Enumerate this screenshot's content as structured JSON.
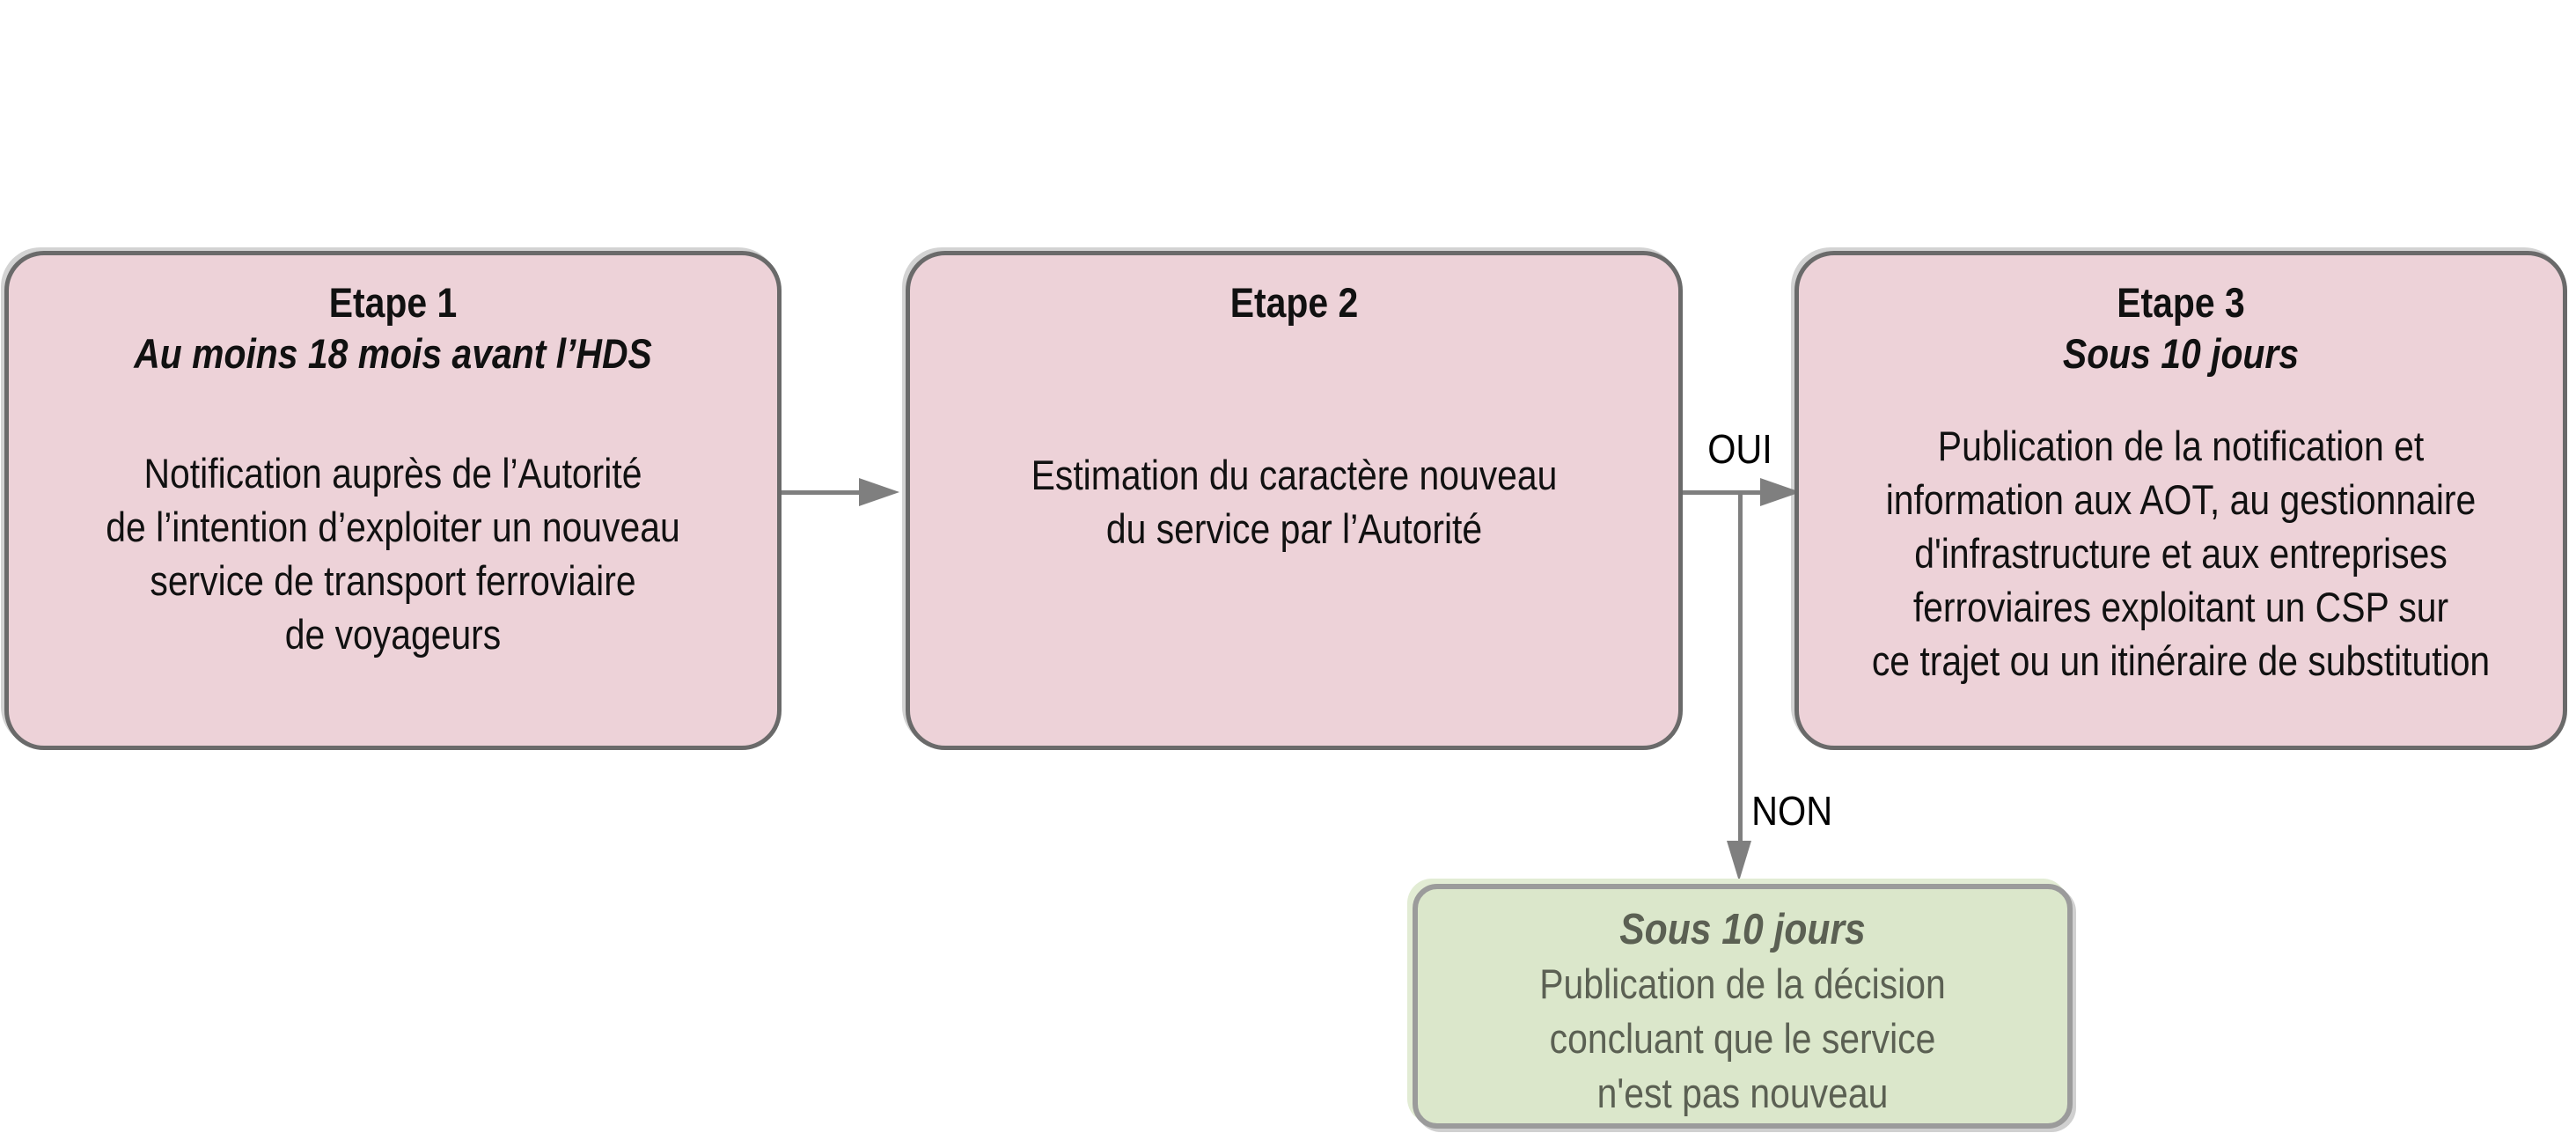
{
  "step1": {
    "title": "Etape 1",
    "subtitle": "Au moins 18 mois avant l’HDS",
    "lines": [
      "Notification auprès de l’Autorité",
      "de l’intention d’exploiter un nouveau",
      "service de transport ferroviaire",
      "de voyageurs"
    ]
  },
  "step2": {
    "title": "Etape 2",
    "lines": [
      "Estimation du caractère nouveau",
      "du service par l’Autorité"
    ]
  },
  "step3": {
    "title": "Etape 3",
    "subtitle": "Sous 10 jours",
    "lines": [
      "Publication de la notification et",
      "information aux AOT, au gestionnaire",
      "d'infrastructure et aux entreprises",
      "ferroviaires exploitant un CSP sur",
      "ce trajet ou un itinéraire de substitution"
    ]
  },
  "decision": {
    "title": "Sous 10 jours",
    "lines": [
      "Publication de la décision",
      "concluant que le service",
      "n'est pas nouveau"
    ]
  },
  "connectors": {
    "yes_label": "OUI",
    "no_label": "NON"
  },
  "colors": {
    "step_fill": "#edd2d8",
    "step_border": "#6a6a6a",
    "decision_fill": "#dbe7cb",
    "decision_border": "#9b9b9b",
    "decision_text": "#5b6053",
    "arrow": "#7f7f7f",
    "text": "#111111"
  }
}
